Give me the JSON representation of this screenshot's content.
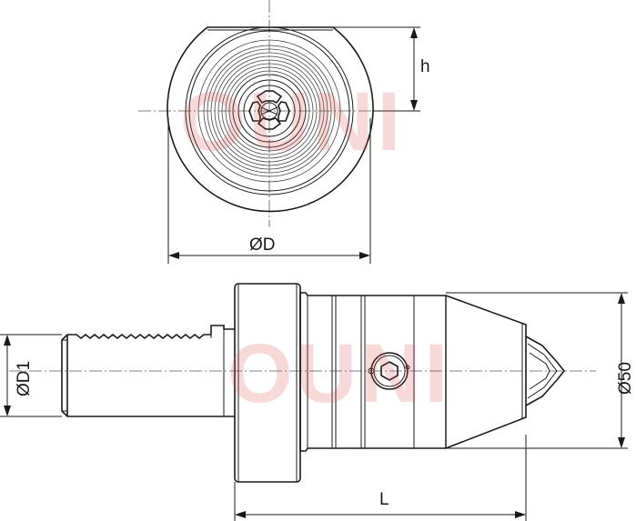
{
  "dimensions": {
    "h": "h",
    "diameter_D": "ØD",
    "diameter_D1": "ØD1",
    "diameter_50": "Ø50",
    "length_L": "L"
  },
  "watermark": {
    "text": "OUNI",
    "color": "#e05050"
  }
}
